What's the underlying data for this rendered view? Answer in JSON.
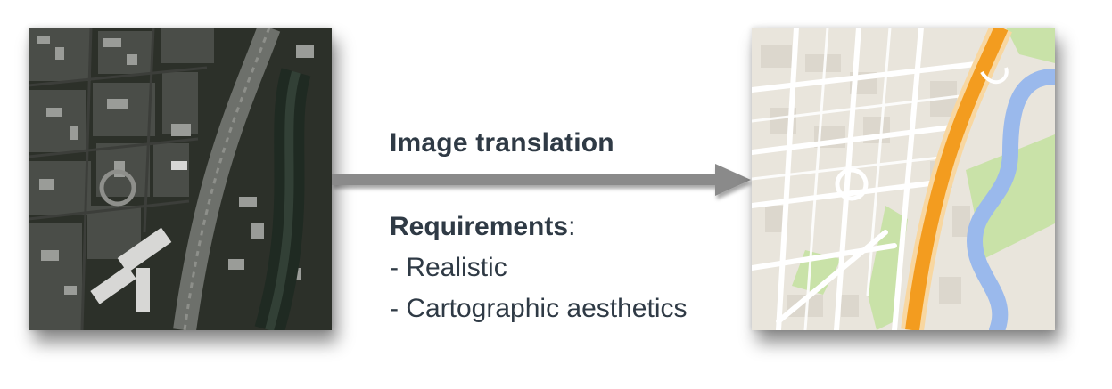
{
  "diagram": {
    "heading": "Image translation",
    "requirements_label": "Requirements",
    "requirements_colon": ":",
    "requirements": [
      "- Realistic",
      "- Cartographic aesthetics"
    ]
  },
  "images": {
    "input": {
      "kind": "satellite-photo"
    },
    "output": {
      "kind": "street-map-render"
    }
  },
  "colors": {
    "text": "#2f3a45",
    "arrow": "#8a8a8a",
    "map_background": "#e9e5dc",
    "map_road": "#ffffff",
    "map_highway": "#f39c1f",
    "map_water": "#9ab9ec",
    "map_park": "#c9e2a8",
    "map_building": "#dcd7cd"
  }
}
